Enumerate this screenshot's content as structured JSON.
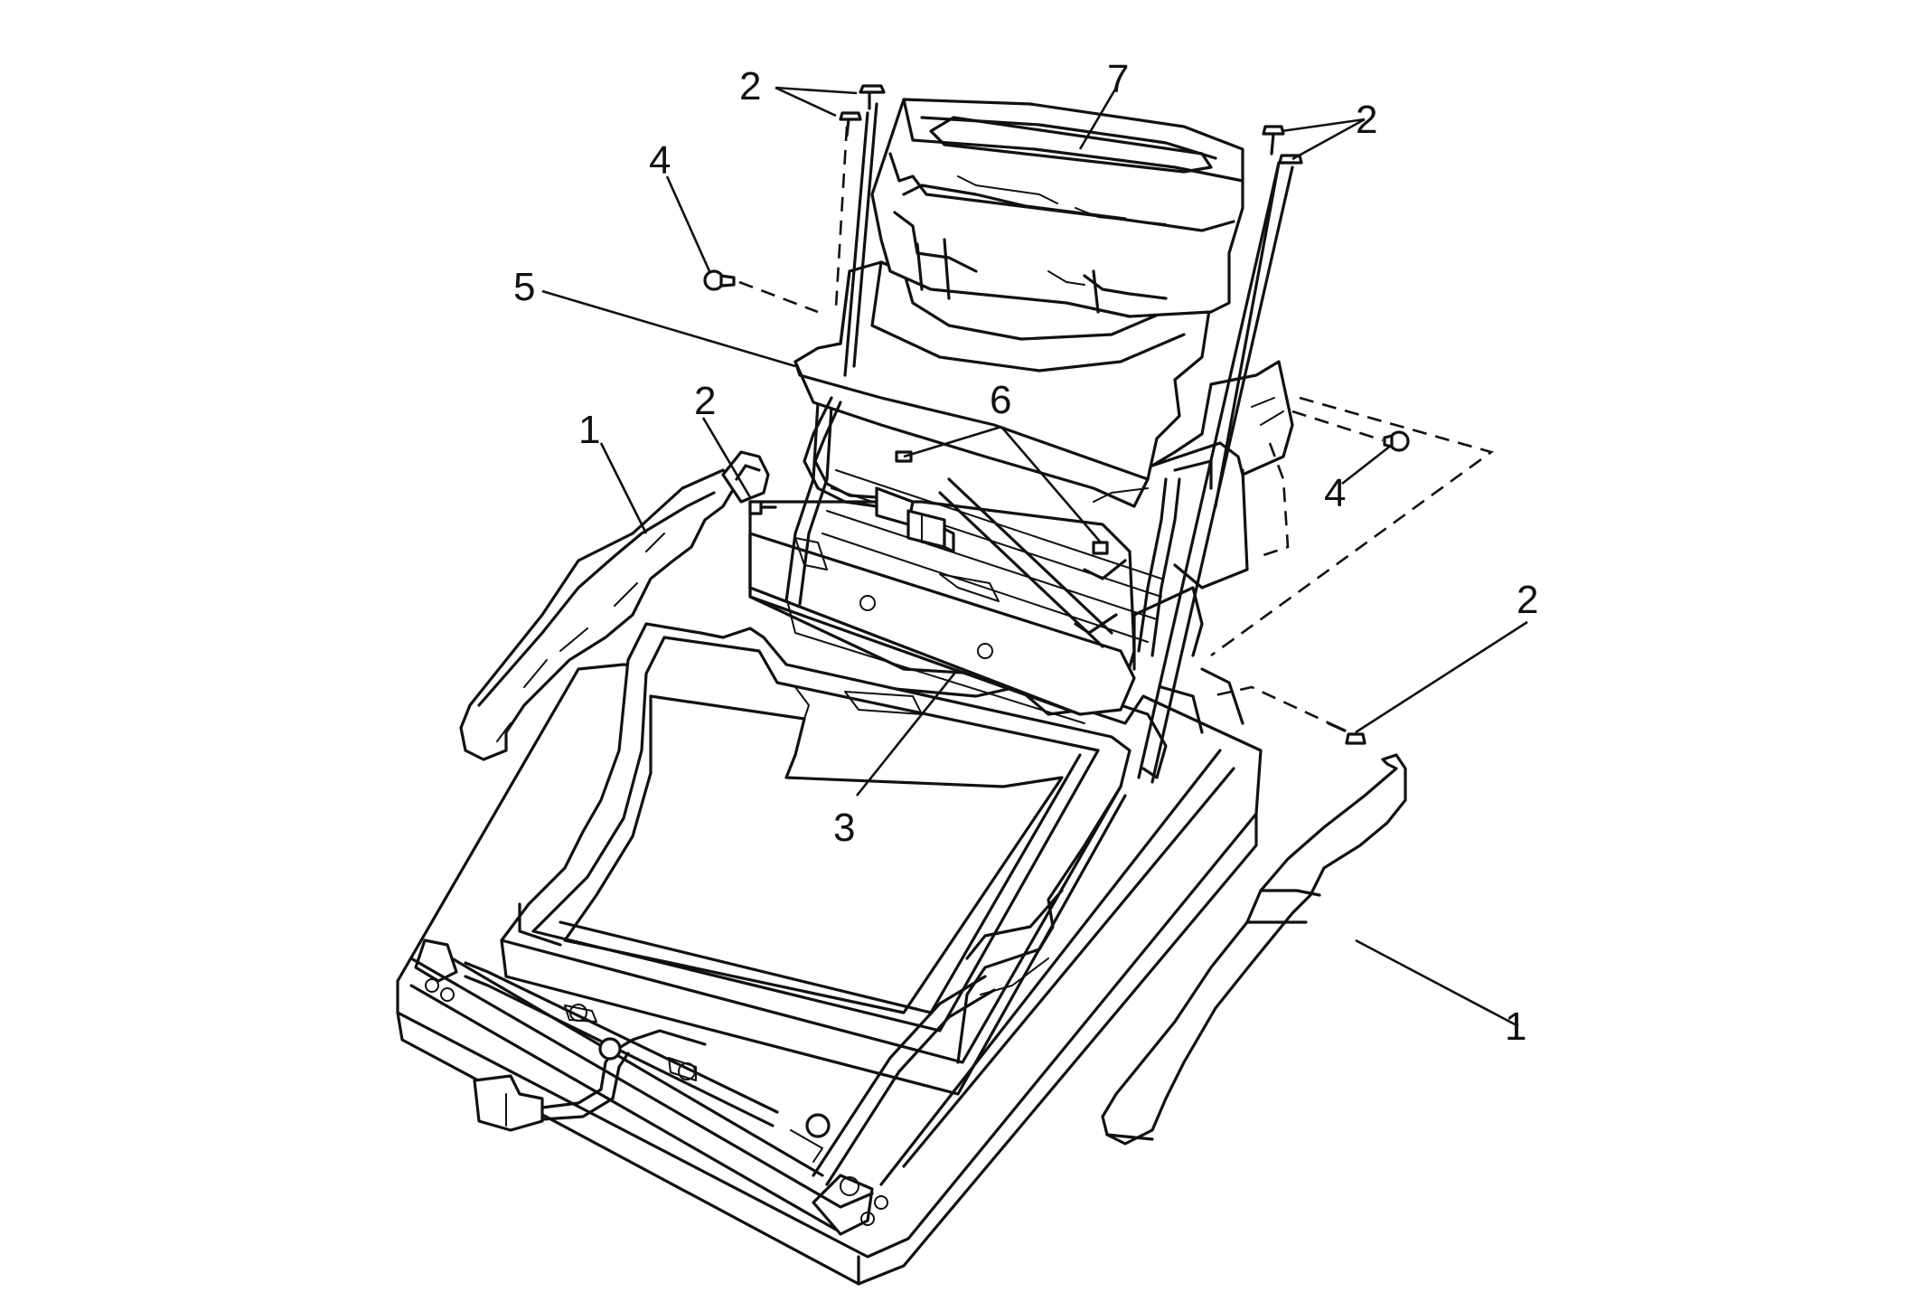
{
  "callouts": [
    {
      "id": "1a",
      "text": "1"
    },
    {
      "id": "1b",
      "text": "1"
    },
    {
      "id": "2a",
      "text": "2"
    },
    {
      "id": "2b",
      "text": "2"
    },
    {
      "id": "2c",
      "text": "2"
    },
    {
      "id": "2d",
      "text": "2"
    },
    {
      "id": "3",
      "text": "3"
    },
    {
      "id": "4a",
      "text": "4"
    },
    {
      "id": "4b",
      "text": "4"
    },
    {
      "id": "5",
      "text": "5"
    },
    {
      "id": "6",
      "text": "6"
    },
    {
      "id": "7",
      "text": "7"
    }
  ],
  "colors": {
    "line": "#111111",
    "background": "#ffffff"
  }
}
